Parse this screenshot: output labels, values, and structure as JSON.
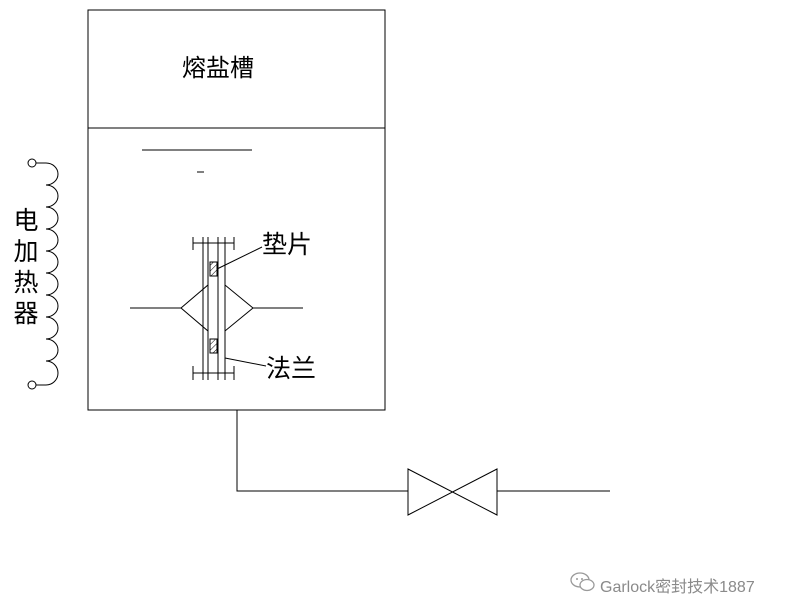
{
  "tank": {
    "title": "熔盐槽"
  },
  "labels": {
    "gasket": "垫片",
    "flange": "法兰"
  },
  "heater": {
    "chars": [
      "电",
      "加",
      "热",
      "器"
    ]
  },
  "watermark": {
    "text": "Garlock密封技术1887",
    "icon": "wechat-icon"
  }
}
